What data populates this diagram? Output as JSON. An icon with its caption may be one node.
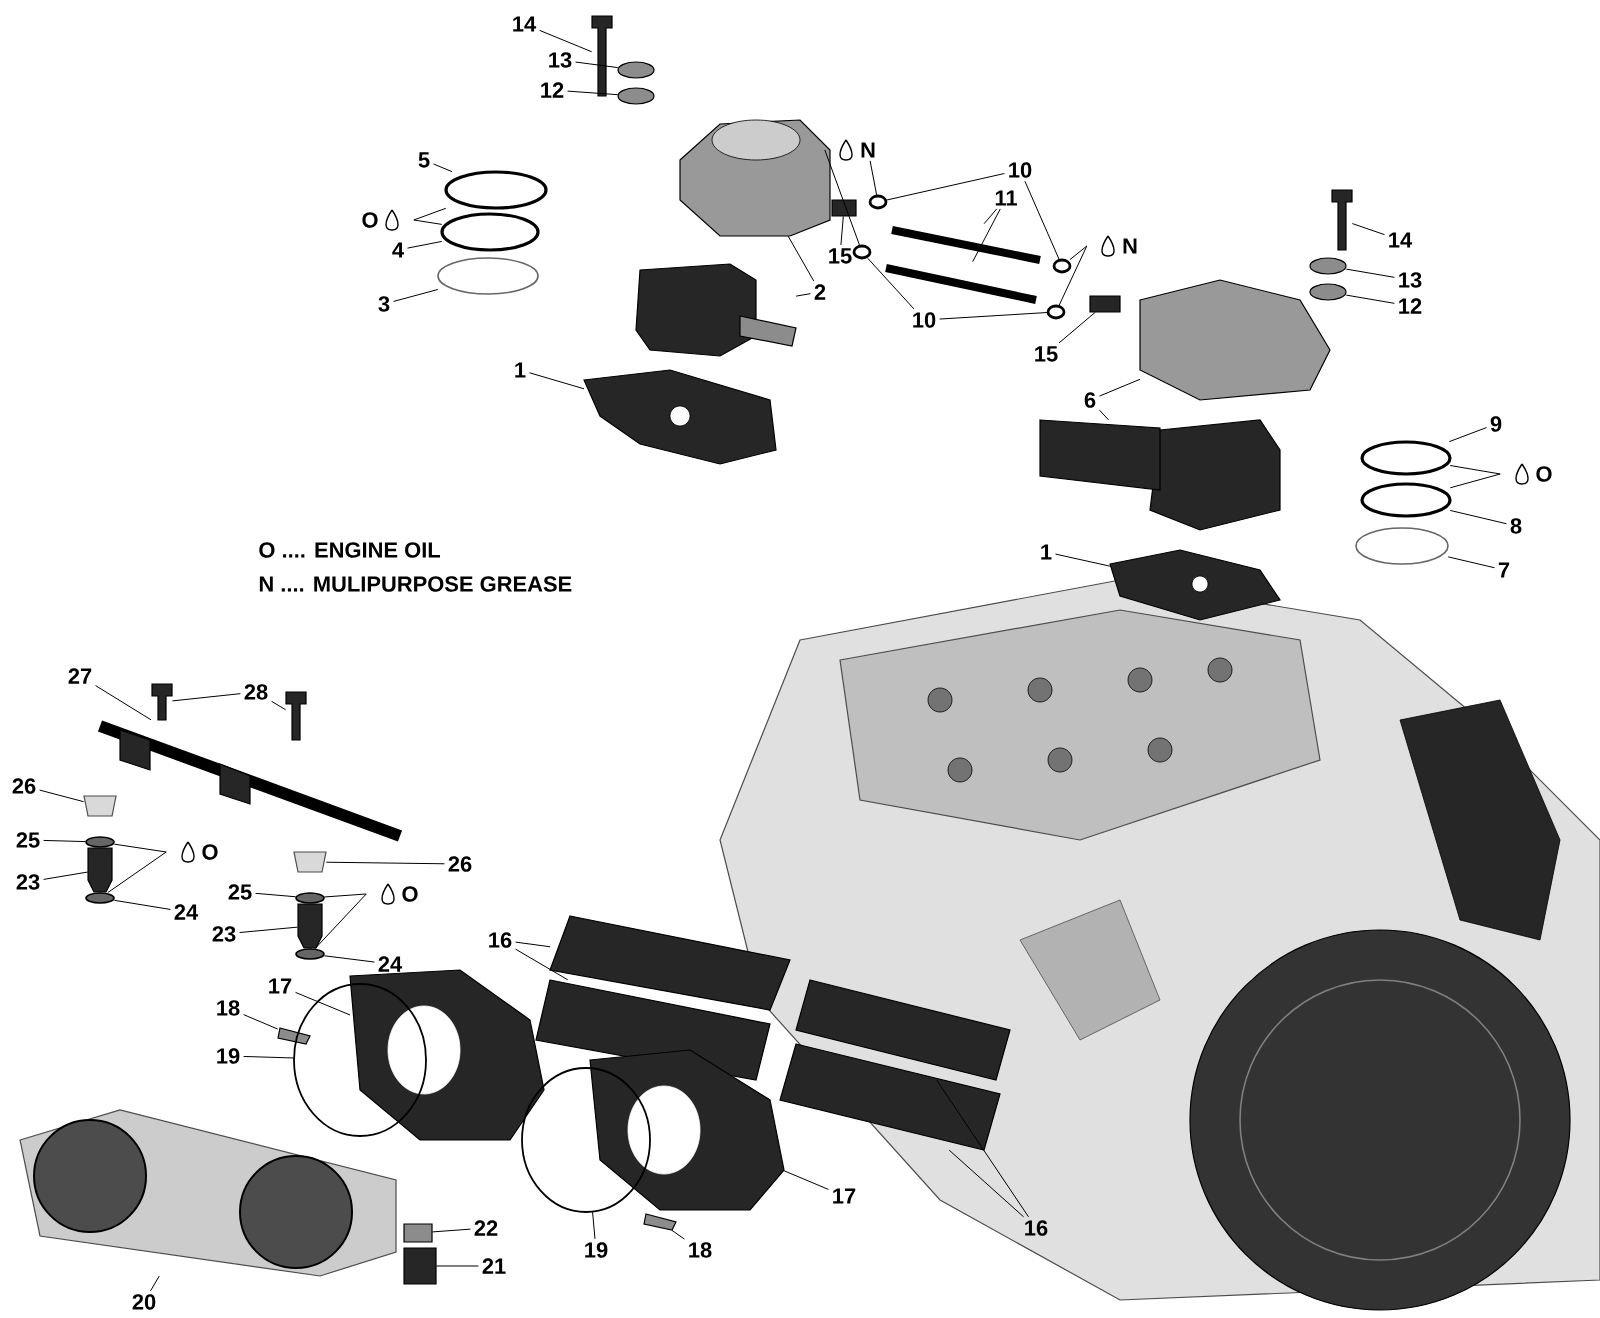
{
  "diagram": {
    "nodes": [
      {
        "text": [
          "14"
        ]
      },
      {
        "text": [
          "13"
        ]
      },
      {
        "text": [
          "12"
        ]
      },
      {
        "text": [
          "5"
        ]
      },
      {
        "text": [
          "O"
        ]
      },
      {
        "text": [
          "4"
        ]
      },
      {
        "text": [
          "3"
        ]
      },
      {
        "text": [
          "N"
        ]
      },
      {
        "text": [
          "10"
        ]
      },
      {
        "text": [
          "11"
        ]
      },
      {
        "text": [
          "2"
        ]
      },
      {
        "text": [
          "15"
        ]
      },
      {
        "text": [
          "N"
        ]
      },
      {
        "text": [
          "10"
        ]
      },
      {
        "text": [
          "15"
        ]
      },
      {
        "text": [
          "14"
        ]
      },
      {
        "text": [
          "13"
        ]
      },
      {
        "text": [
          "12"
        ]
      },
      {
        "text": [
          "1"
        ]
      },
      {
        "text": [
          "6"
        ]
      },
      {
        "text": [
          "9"
        ]
      },
      {
        "text": [
          "O"
        ]
      },
      {
        "text": [
          "8"
        ]
      },
      {
        "text": [
          "7"
        ]
      },
      {
        "text": [
          "1"
        ]
      },
      {
        "text": [
          "27"
        ]
      },
      {
        "text": [
          "28"
        ]
      },
      {
        "text": [
          "26"
        ]
      },
      {
        "text": [
          "25"
        ]
      },
      {
        "text": [
          "O"
        ]
      },
      {
        "text": [
          "23"
        ]
      },
      {
        "text": [
          "24"
        ]
      },
      {
        "text": [
          "26"
        ]
      },
      {
        "text": [
          "25"
        ]
      },
      {
        "text": [
          "O"
        ]
      },
      {
        "text": [
          "23"
        ]
      },
      {
        "text": [
          "24"
        ]
      },
      {
        "text": [
          "16"
        ]
      },
      {
        "text": [
          "17"
        ]
      },
      {
        "text": [
          "18"
        ]
      },
      {
        "text": [
          "19"
        ]
      },
      {
        "text": [
          "20"
        ]
      },
      {
        "text": [
          "22"
        ]
      },
      {
        "text": [
          "21"
        ]
      },
      {
        "text": [
          "19"
        ]
      },
      {
        "text": [
          "18"
        ]
      },
      {
        "text": [
          "17"
        ]
      },
      {
        "text": [
          "16"
        ]
      },
      {
        "text": [],
        "shape": "box"
      },
      {
        "text": [],
        "shape": "circle"
      },
      {
        "text": [],
        "shape": "circle"
      },
      {
        "text": [],
        "shape": "circle"
      },
      {
        "text": [],
        "shape": "circle"
      },
      {
        "text": [],
        "shape": "circle"
      },
      {
        "text": [],
        "shape": "picture"
      },
      {
        "text": [],
        "shape": "box"
      },
      {
        "text": [],
        "shape": "box"
      },
      {
        "text": [],
        "shape": "circle"
      },
      {
        "text": [],
        "shape": "circle"
      },
      {
        "text": [],
        "shape": "bar"
      },
      {
        "text": [],
        "shape": "bar"
      },
      {
        "text": [],
        "shape": "circle"
      },
      {
        "text": [],
        "shape": "circle"
      },
      {
        "text": [],
        "shape": "box"
      },
      {
        "text": [],
        "shape": "box"
      },
      {
        "text": [],
        "shape": "circle"
      },
      {
        "text": [],
        "shape": "circle"
      },
      {
        "text": [],
        "shape": "picture"
      },
      {
        "text": [],
        "shape": "box"
      },
      {
        "text": [],
        "shape": "box"
      },
      {
        "text": [],
        "shape": "circle"
      },
      {
        "text": [],
        "shape": "circle"
      },
      {
        "text": [],
        "shape": "circle"
      },
      {
        "text": [],
        "shape": "picture"
      },
      {
        "text": [],
        "shape": "picture"
      },
      {
        "text": [],
        "shape": "box"
      },
      {
        "text": [],
        "shape": "box"
      },
      {
        "text": [],
        "shape": "box"
      },
      {
        "text": [],
        "shape": "circle"
      },
      {
        "text": [],
        "shape": "circle"
      },
      {
        "text": [],
        "shape": "box"
      },
      {
        "text": [],
        "shape": "box"
      },
      {
        "text": [],
        "shape": "circle"
      },
      {
        "text": [],
        "shape": "circle"
      },
      {
        "text": [],
        "shape": "box"
      },
      {
        "text": [],
        "shape": "box"
      },
      {
        "text": [],
        "shape": "box"
      },
      {
        "text": [],
        "shape": "picture"
      },
      {
        "text": [],
        "shape": "box"
      },
      {
        "text": [],
        "shape": "circle"
      },
      {
        "text": [],
        "shape": "picture"
      },
      {
        "text": [],
        "shape": "box"
      },
      {
        "text": [],
        "shape": "box"
      },
      {
        "text": [],
        "shape": "circle"
      },
      {
        "text": [],
        "shape": "box"
      },
      {
        "text": [],
        "shape": "picture"
      },
      {
        "text": [],
        "shape": "box"
      },
      {
        "text": [],
        "shape": "box"
      }
    ],
    "edges": [
      {
        "from": 0,
        "to": 48,
        "arrow": "none"
      },
      {
        "from": 1,
        "to": 49,
        "arrow": "none"
      },
      {
        "from": 2,
        "to": 50,
        "arrow": "none"
      },
      {
        "from": 3,
        "to": 51,
        "arrow": "none"
      },
      {
        "from": 4,
        "to": 51,
        "arrow": "none"
      },
      {
        "from": 4,
        "to": 52,
        "arrow": "none"
      },
      {
        "from": 5,
        "to": 52,
        "arrow": "none"
      },
      {
        "from": 6,
        "to": 53,
        "arrow": "none"
      },
      {
        "from": 7,
        "to": 57,
        "arrow": "none"
      },
      {
        "from": 7,
        "to": 58,
        "arrow": "none"
      },
      {
        "from": 8,
        "to": 57,
        "arrow": "none"
      },
      {
        "from": 8,
        "to": 61,
        "arrow": "none"
      },
      {
        "from": 9,
        "to": 59,
        "arrow": "none"
      },
      {
        "from": 9,
        "to": 60,
        "arrow": "none"
      },
      {
        "from": 10,
        "to": 54,
        "arrow": "none"
      },
      {
        "from": 10,
        "to": 55,
        "arrow": "none"
      },
      {
        "from": 11,
        "to": 56,
        "arrow": "none"
      },
      {
        "from": 12,
        "to": 61,
        "arrow": "none"
      },
      {
        "from": 12,
        "to": 62,
        "arrow": "none"
      },
      {
        "from": 13,
        "to": 58,
        "arrow": "none"
      },
      {
        "from": 13,
        "to": 62,
        "arrow": "none"
      },
      {
        "from": 14,
        "to": 63,
        "arrow": "none"
      },
      {
        "from": 15,
        "to": 64,
        "arrow": "none"
      },
      {
        "from": 16,
        "to": 65,
        "arrow": "none"
      },
      {
        "from": 17,
        "to": 66,
        "arrow": "none"
      },
      {
        "from": 18,
        "to": 67,
        "arrow": "none"
      },
      {
        "from": 19,
        "to": 68,
        "arrow": "none"
      },
      {
        "from": 19,
        "to": 69,
        "arrow": "none"
      },
      {
        "from": 20,
        "to": 70,
        "arrow": "none"
      },
      {
        "from": 21,
        "to": 70,
        "arrow": "none"
      },
      {
        "from": 21,
        "to": 71,
        "arrow": "none"
      },
      {
        "from": 22,
        "to": 71,
        "arrow": "none"
      },
      {
        "from": 23,
        "to": 72,
        "arrow": "none"
      },
      {
        "from": 24,
        "to": 73,
        "arrow": "none"
      },
      {
        "from": 25,
        "to": 74,
        "arrow": "none"
      },
      {
        "from": 26,
        "to": 75,
        "arrow": "none"
      },
      {
        "from": 26,
        "to": 76,
        "arrow": "none"
      },
      {
        "from": 27,
        "to": 77,
        "arrow": "none"
      },
      {
        "from": 28,
        "to": 78,
        "arrow": "none"
      },
      {
        "from": 29,
        "to": 78,
        "arrow": "none"
      },
      {
        "from": 29,
        "to": 79,
        "arrow": "none"
      },
      {
        "from": 30,
        "to": 80,
        "arrow": "none"
      },
      {
        "from": 31,
        "to": 79,
        "arrow": "none"
      },
      {
        "from": 32,
        "to": 81,
        "arrow": "none"
      },
      {
        "from": 33,
        "to": 82,
        "arrow": "none"
      },
      {
        "from": 34,
        "to": 82,
        "arrow": "none"
      },
      {
        "from": 34,
        "to": 83,
        "arrow": "none"
      },
      {
        "from": 35,
        "to": 84,
        "arrow": "none"
      },
      {
        "from": 36,
        "to": 83,
        "arrow": "none"
      },
      {
        "from": 37,
        "to": 85,
        "arrow": "none"
      },
      {
        "from": 37,
        "to": 86,
        "arrow": "none"
      },
      {
        "from": 38,
        "to": 87,
        "arrow": "none"
      },
      {
        "from": 39,
        "to": 88,
        "arrow": "none"
      },
      {
        "from": 40,
        "to": 89,
        "arrow": "none"
      },
      {
        "from": 41,
        "to": 90,
        "arrow": "none"
      },
      {
        "from": 42,
        "to": 91,
        "arrow": "none"
      },
      {
        "from": 43,
        "to": 92,
        "arrow": "none"
      },
      {
        "from": 44,
        "to": 93,
        "arrow": "none"
      },
      {
        "from": 45,
        "to": 94,
        "arrow": "none"
      },
      {
        "from": 46,
        "to": 95,
        "arrow": "none"
      },
      {
        "from": 47,
        "to": 96,
        "arrow": "none"
      },
      {
        "from": 47,
        "to": 97,
        "arrow": "none"
      }
    ],
    "labels": [
      "O .... ENGINE OIL",
      "N .... MULIPURPOSE GREASE"
    ]
  }
}
